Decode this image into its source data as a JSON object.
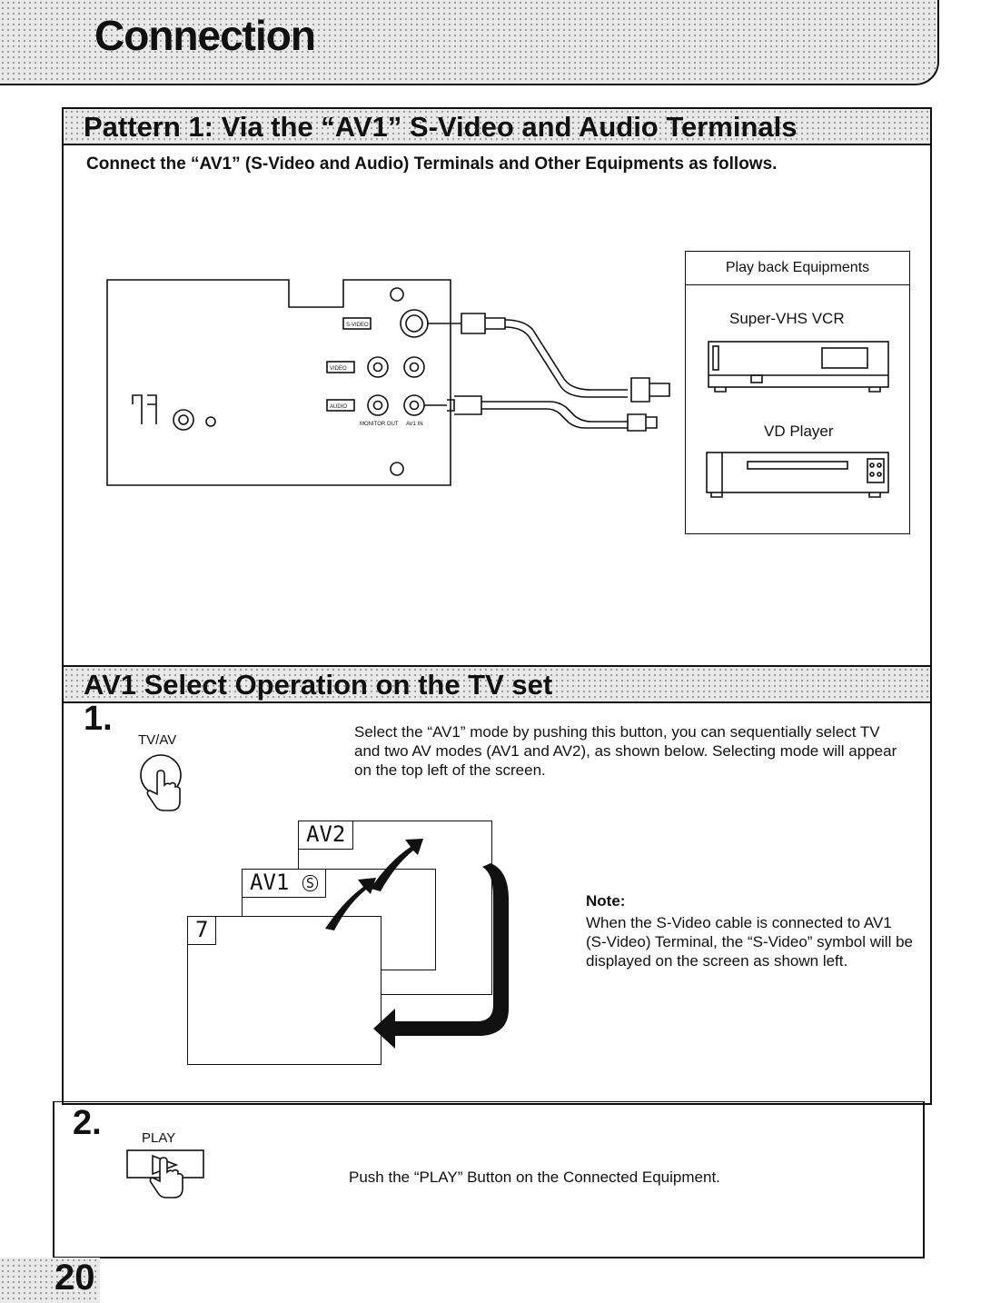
{
  "header": {
    "title": "Connection"
  },
  "pattern1": {
    "heading": "Pattern 1: Via the “AV1” S-Video and Audio Terminals",
    "intro": "Connect the “AV1” (S-Video and Audio) Terminals and Other Equipments as follows.",
    "tv_panel": {
      "svideo_tag": "S-VIDEO",
      "video_tag": "VIDEO",
      "audio_tag": "AUDIO",
      "monitor_out": "MONITOR OUT",
      "av1_in": "AV1 IN"
    },
    "playback": {
      "title": "Play back Equipments",
      "vcr": "Super-VHS VCR",
      "vd": "VD Player"
    }
  },
  "av1_select": {
    "heading": "AV1 Select Operation on the TV set",
    "step1": {
      "number": "1.",
      "button_label": "TV/AV",
      "text": "Select the “AV1” mode by pushing this button, you can sequentially select TV and two AV modes (AV1 and AV2), as shown below. Selecting mode will appear on the top left of the screen.",
      "screens": {
        "tv": "7",
        "av1": "AV1",
        "av1_symbol": "S",
        "av2": "AV2"
      },
      "note_title": "Note:",
      "note_text": "When the S-Video cable is connected to AV1 (S-Video) Terminal, the “S-Video” symbol will be displayed on the screen as shown left."
    },
    "step2": {
      "number": "2.",
      "button_label": "PLAY",
      "text": "Push the “PLAY” Button on the Connected Equipment."
    }
  },
  "footer": {
    "page_number": "20"
  }
}
